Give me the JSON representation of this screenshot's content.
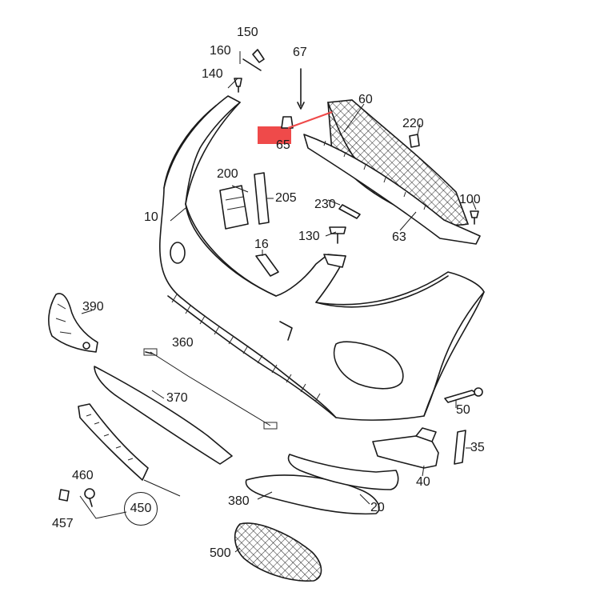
{
  "highlight_color": "#ef4a4a",
  "line_color": "#1a1a1a",
  "labels": {
    "l150": "150",
    "l160": "160",
    "l140": "140",
    "l67": "67",
    "l60": "60",
    "l65": "65",
    "l220": "220",
    "l200": "200",
    "l205": "205",
    "l230": "230",
    "l100": "100",
    "l10": "10",
    "l130": "130",
    "l63": "63",
    "l16": "16",
    "l390": "390",
    "l360": "360",
    "l370": "370",
    "l50": "50",
    "l35": "35",
    "l40": "40",
    "l460": "460",
    "l450": "450",
    "l457": "457",
    "l380": "380",
    "l20": "20",
    "l500": "500"
  }
}
